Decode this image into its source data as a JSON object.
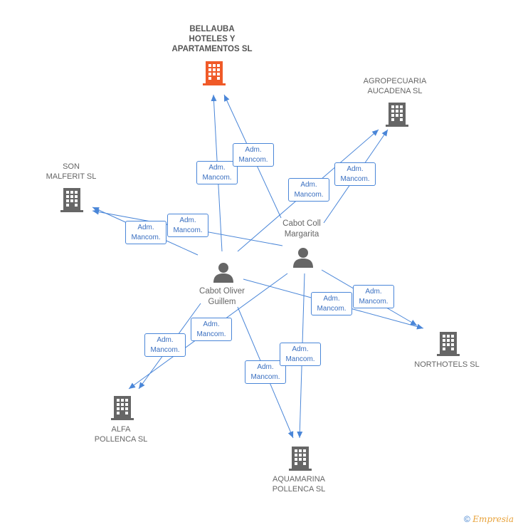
{
  "companies": {
    "bellauba": {
      "label": "BELLAUBA\nHOTELES Y\nAPARTAMENTOS SL",
      "color": "#f05a28",
      "icon": "building-icon"
    },
    "agropecuaria": {
      "label": "AGROPECUARIA\nAUCADENA SL",
      "color": "#666666",
      "icon": "building-icon"
    },
    "son_malferit": {
      "label": "SON\nMALFERIT SL",
      "color": "#666666",
      "icon": "building-icon"
    },
    "northotels": {
      "label": "NORTHOTELS SL",
      "color": "#666666",
      "icon": "building-icon"
    },
    "alfa_pollenca": {
      "label": "ALFA\nPOLLENCA SL",
      "color": "#666666",
      "icon": "building-icon"
    },
    "aquamarina": {
      "label": "AQUAMARINA\nPOLLENCA SL",
      "color": "#666666",
      "icon": "building-icon"
    }
  },
  "persons": {
    "cabot_coll": {
      "label": "Cabot Coll\nMargarita",
      "icon": "person-icon"
    },
    "cabot_oliver": {
      "label": "Cabot Oliver\nGuillem",
      "icon": "person-icon"
    }
  },
  "edge_label": "Adm.\nMancom.",
  "edges": [
    {
      "from": "cabot_oliver",
      "to": "bellauba",
      "label": "Adm.\nMancom."
    },
    {
      "from": "cabot_coll",
      "to": "bellauba",
      "label": "Adm.\nMancom."
    },
    {
      "from": "cabot_oliver",
      "to": "agropecuaria",
      "label": "Adm.\nMancom."
    },
    {
      "from": "cabot_coll",
      "to": "agropecuaria",
      "label": "Adm.\nMancom."
    },
    {
      "from": "cabot_oliver",
      "to": "son_malferit",
      "label": "Adm.\nMancom."
    },
    {
      "from": "cabot_coll",
      "to": "son_malferit",
      "label": "Adm.\nMancom."
    },
    {
      "from": "cabot_oliver",
      "to": "northotels",
      "label": "Adm.\nMancom."
    },
    {
      "from": "cabot_coll",
      "to": "northotels",
      "label": "Adm.\nMancom."
    },
    {
      "from": "cabot_oliver",
      "to": "alfa_pollenca",
      "label": "Adm.\nMancom."
    },
    {
      "from": "cabot_coll",
      "to": "alfa_pollenca",
      "label": "Adm.\nMancom."
    },
    {
      "from": "cabot_oliver",
      "to": "aquamarina",
      "label": "Adm.\nMancom."
    },
    {
      "from": "cabot_coll",
      "to": "aquamarina",
      "label": "Adm.\nMancom."
    }
  ],
  "edge_color": "#4a86d8",
  "copyright": {
    "symbol": "©",
    "brand": "Empresia"
  }
}
